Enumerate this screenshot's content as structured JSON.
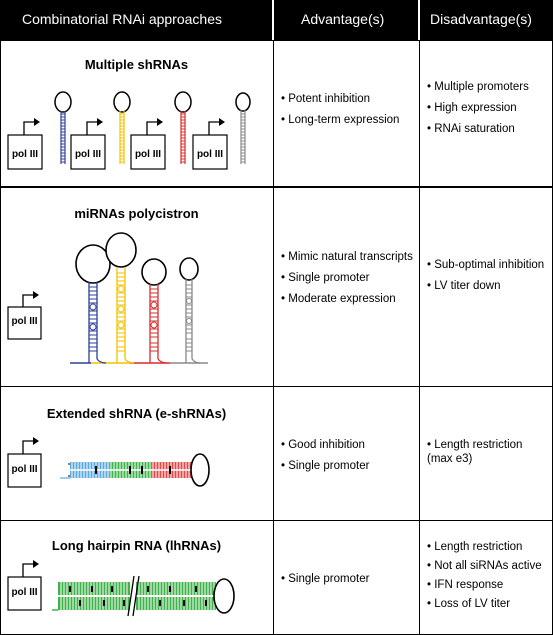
{
  "header": {
    "col1": "Combinatorial RNAi approaches",
    "col2": "Advantage(s)",
    "col3": "Disadvantage(s)"
  },
  "rows": [
    {
      "title": "Multiple shRNAs",
      "promoter_labels": [
        "pol III",
        "pol III",
        "pol III",
        "pol III"
      ],
      "advantages": [
        "Potent inhibition",
        "Long-term expression"
      ],
      "disadvantages": [
        "Multiple promoters",
        "High expression",
        "RNAi saturation"
      ]
    },
    {
      "title": "miRNAs polycistron",
      "promoter_labels": [
        "pol III"
      ],
      "advantages": [
        "Mimic natural transcripts",
        "Single promoter",
        "Moderate expression"
      ],
      "disadvantages": [
        "Sub-optimal inhibition",
        "LV titer down"
      ]
    },
    {
      "title": "Extended shRNA (e-shRNAs)",
      "promoter_labels": [
        "pol III"
      ],
      "advantages": [
        "Good inhibition",
        "Single promoter"
      ],
      "disadvantages": [
        "Length restriction",
        "(max e3)"
      ]
    },
    {
      "title": "Long hairpin RNA (lhRNAs)",
      "promoter_labels": [
        "pol III"
      ],
      "advantages": [
        "Single promoter"
      ],
      "disadvantages": [
        "Length restriction",
        "Not all siRNAs active",
        "IFN response",
        "Loss of LV titer"
      ]
    }
  ],
  "colors": {
    "blue": "#2b3f9e",
    "yellow": "#f2c200",
    "red": "#d92b2b",
    "gray": "#888888",
    "green": "#3db34a",
    "light_blue": "#5aa9e0",
    "light_red": "#e04a4a"
  }
}
